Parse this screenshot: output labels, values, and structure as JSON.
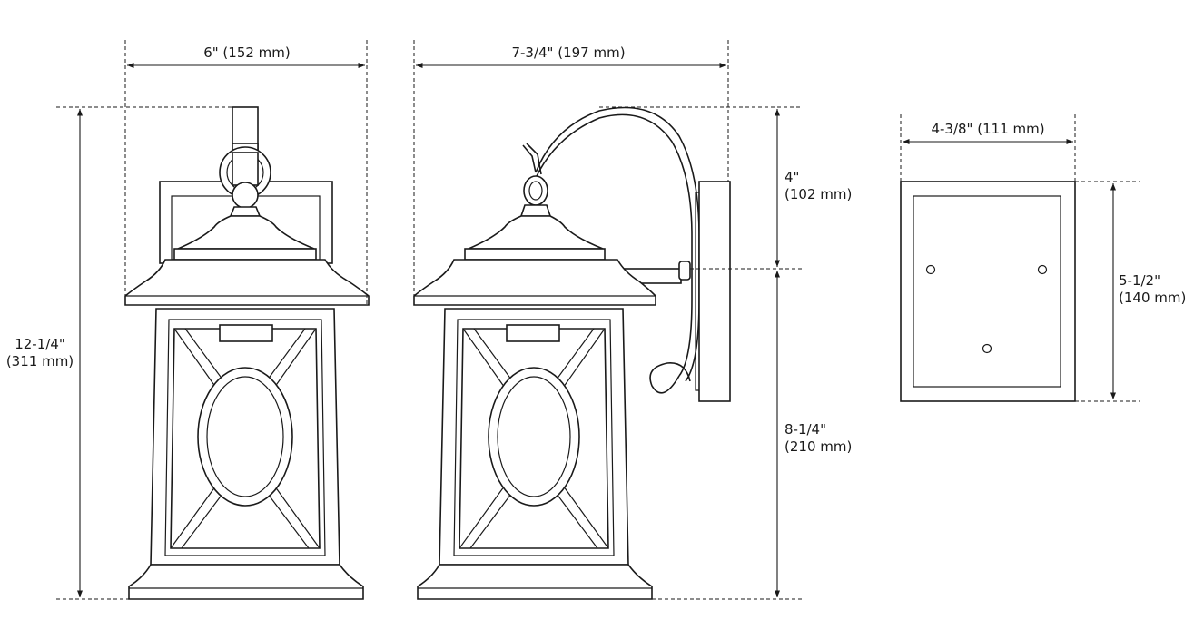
{
  "dimensions": {
    "front_width": "6\" (152 mm)",
    "side_depth": "7-3/4\" (197 mm)",
    "total_height_in": "12-1/4\"",
    "total_height_mm": "(311 mm)",
    "upper_height_in": "4\"",
    "upper_height_mm": "(102 mm)",
    "lower_height_in": "8-1/4\"",
    "lower_height_mm": "(210 mm)",
    "backplate_width": "4-3/8\" (111 mm)",
    "backplate_height_in": "5-1/2\"",
    "backplate_height_mm": "(140 mm)"
  },
  "colors": {
    "line": "#1a1a1a",
    "background": "#ffffff"
  }
}
